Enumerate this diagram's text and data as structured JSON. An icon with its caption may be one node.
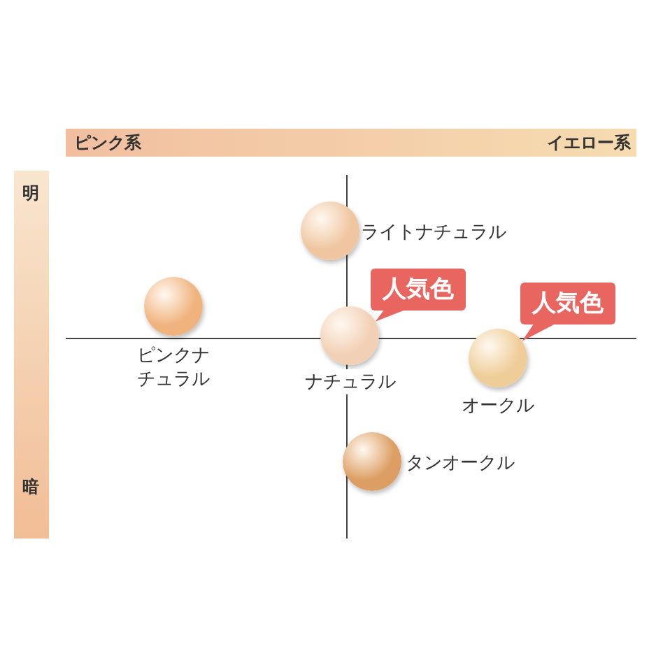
{
  "diagram": {
    "nodes": [
      {
        "text": [
          "ライトナチュラル"
        ]
      },
      {
        "text": [
          "ピンクナチュラル"
        ]
      },
      {
        "text": [
          "人気色"
        ]
      },
      {
        "text": [
          "ナチュラル"
        ]
      },
      {
        "text": [
          "人気色"
        ]
      },
      {
        "text": [
          "オークル"
        ]
      },
      {
        "text": [
          "タンオークル"
        ]
      }
    ],
    "edges": [
      {
        "from": 2,
        "to": 3,
        "arrow": "none"
      },
      {
        "from": 4,
        "to": 5,
        "arrow": "none"
      }
    ],
    "labels": [
      "ピンク系",
      "イエロー系",
      "明",
      "暗"
    ]
  }
}
